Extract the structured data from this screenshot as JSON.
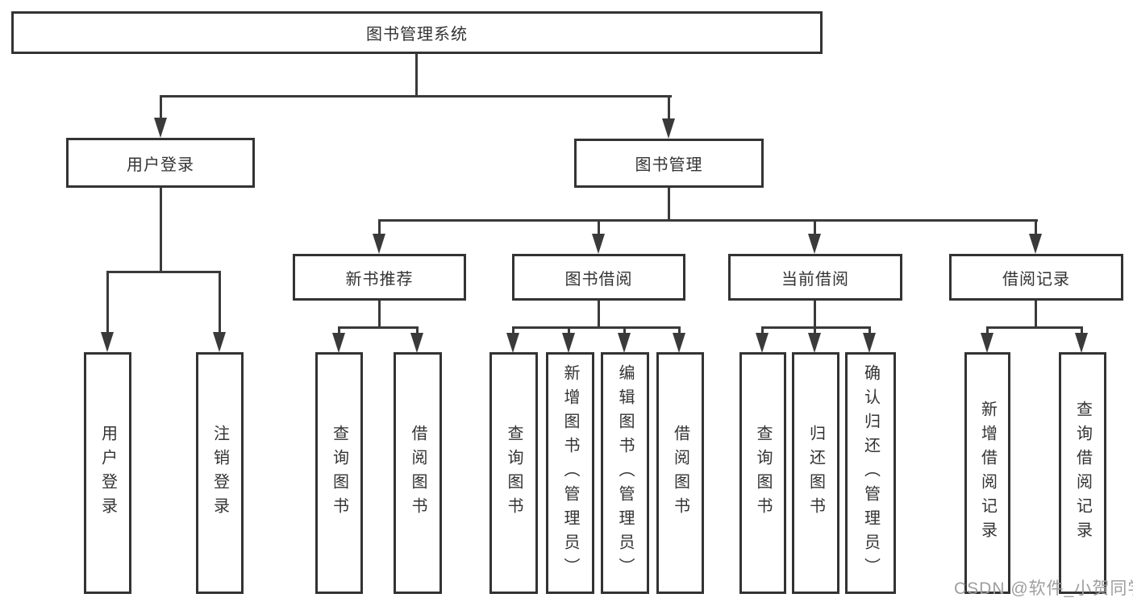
{
  "diagram": {
    "title": "图书管理系统",
    "branches": [
      {
        "label": "用户登录",
        "children": [
          "用户登录",
          "注销登录"
        ]
      },
      {
        "label": "图书管理",
        "sections": [
          {
            "label": "新书推荐",
            "children": [
              "查询图书",
              "借阅图书"
            ]
          },
          {
            "label": "图书借阅",
            "children": [
              "查询图书",
              "新增图书（管理员）",
              "编辑图书（管理员）",
              "借阅图书"
            ]
          },
          {
            "label": "当前借阅",
            "children": [
              "查询图书",
              "归还图书",
              "确认归还（管理员）"
            ]
          },
          {
            "label": "借阅记录",
            "children": [
              "新增借阅记录",
              "查询借阅记录"
            ]
          }
        ]
      }
    ]
  },
  "watermark": {
    "text": "CSDN @软件_小贺同学",
    "color": "#9e9e9e"
  },
  "colors": {
    "line": "#3a3a3a",
    "box_border": "#333333",
    "text": "#333333",
    "background": "#ffffff"
  }
}
